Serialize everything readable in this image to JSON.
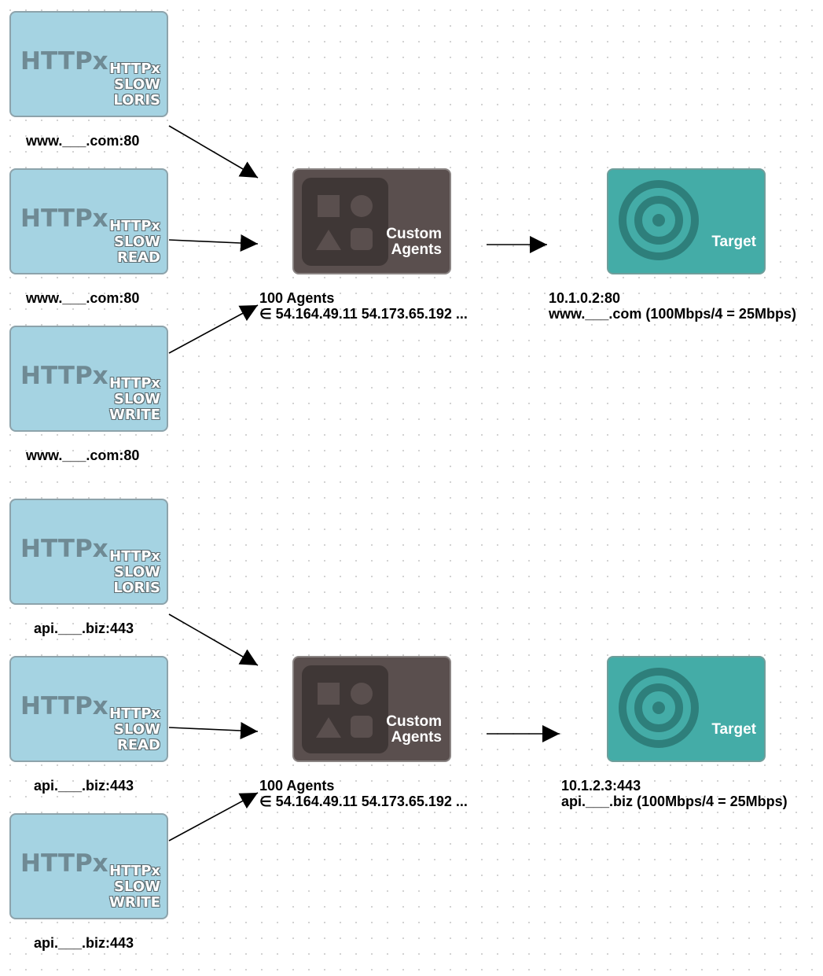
{
  "groups": [
    {
      "sources": [
        {
          "mark": "HTTPx",
          "lines": [
            "HTTPx",
            "SLOW",
            "LORIS"
          ],
          "caption": "www.___.com:80"
        },
        {
          "mark": "HTTPx",
          "lines": [
            "HTTPx",
            "SLOW",
            "READ"
          ],
          "caption": "www.___.com:80"
        },
        {
          "mark": "HTTPx",
          "lines": [
            "HTTPx",
            "SLOW",
            "WRITE"
          ],
          "caption": "www.___.com:80"
        }
      ],
      "agents": {
        "label_line1": "Custom",
        "label_line2": "Agents",
        "caption_line1": "100 Agents",
        "caption_line2": "∈ 54.164.49.11 54.173.65.192 ..."
      },
      "target": {
        "label": "Target",
        "caption_line1": "10.1.0.2:80",
        "caption_line2": "www.___.com (100Mbps/4 = 25Mbps)"
      }
    },
    {
      "sources": [
        {
          "mark": "HTTPx",
          "lines": [
            "HTTPx",
            "SLOW",
            "LORIS"
          ],
          "caption": "api.___.biz:443"
        },
        {
          "mark": "HTTPx",
          "lines": [
            "HTTPx",
            "SLOW",
            "READ"
          ],
          "caption": "api.___.biz:443"
        },
        {
          "mark": "HTTPx",
          "lines": [
            "HTTPx",
            "SLOW",
            "WRITE"
          ],
          "caption": "api.___.biz:443"
        }
      ],
      "agents": {
        "label_line1": "Custom",
        "label_line2": "Agents",
        "caption_line1": "100 Agents",
        "caption_line2": "∈ 54.164.49.11 54.173.65.192 ..."
      },
      "target": {
        "label": "Target",
        "caption_line1": "10.1.2.3:443",
        "caption_line2": "api.___.biz (100Mbps/4 = 25Mbps)"
      }
    }
  ],
  "icons": {
    "agents": "shapes-icon",
    "target": "target-icon",
    "connector": "arrow-icon"
  },
  "colors": {
    "httpx_fill": "#a5d3e2",
    "agents_fill": "#5a4f4e",
    "target_fill": "#44aca7",
    "arrow": "#000000"
  }
}
